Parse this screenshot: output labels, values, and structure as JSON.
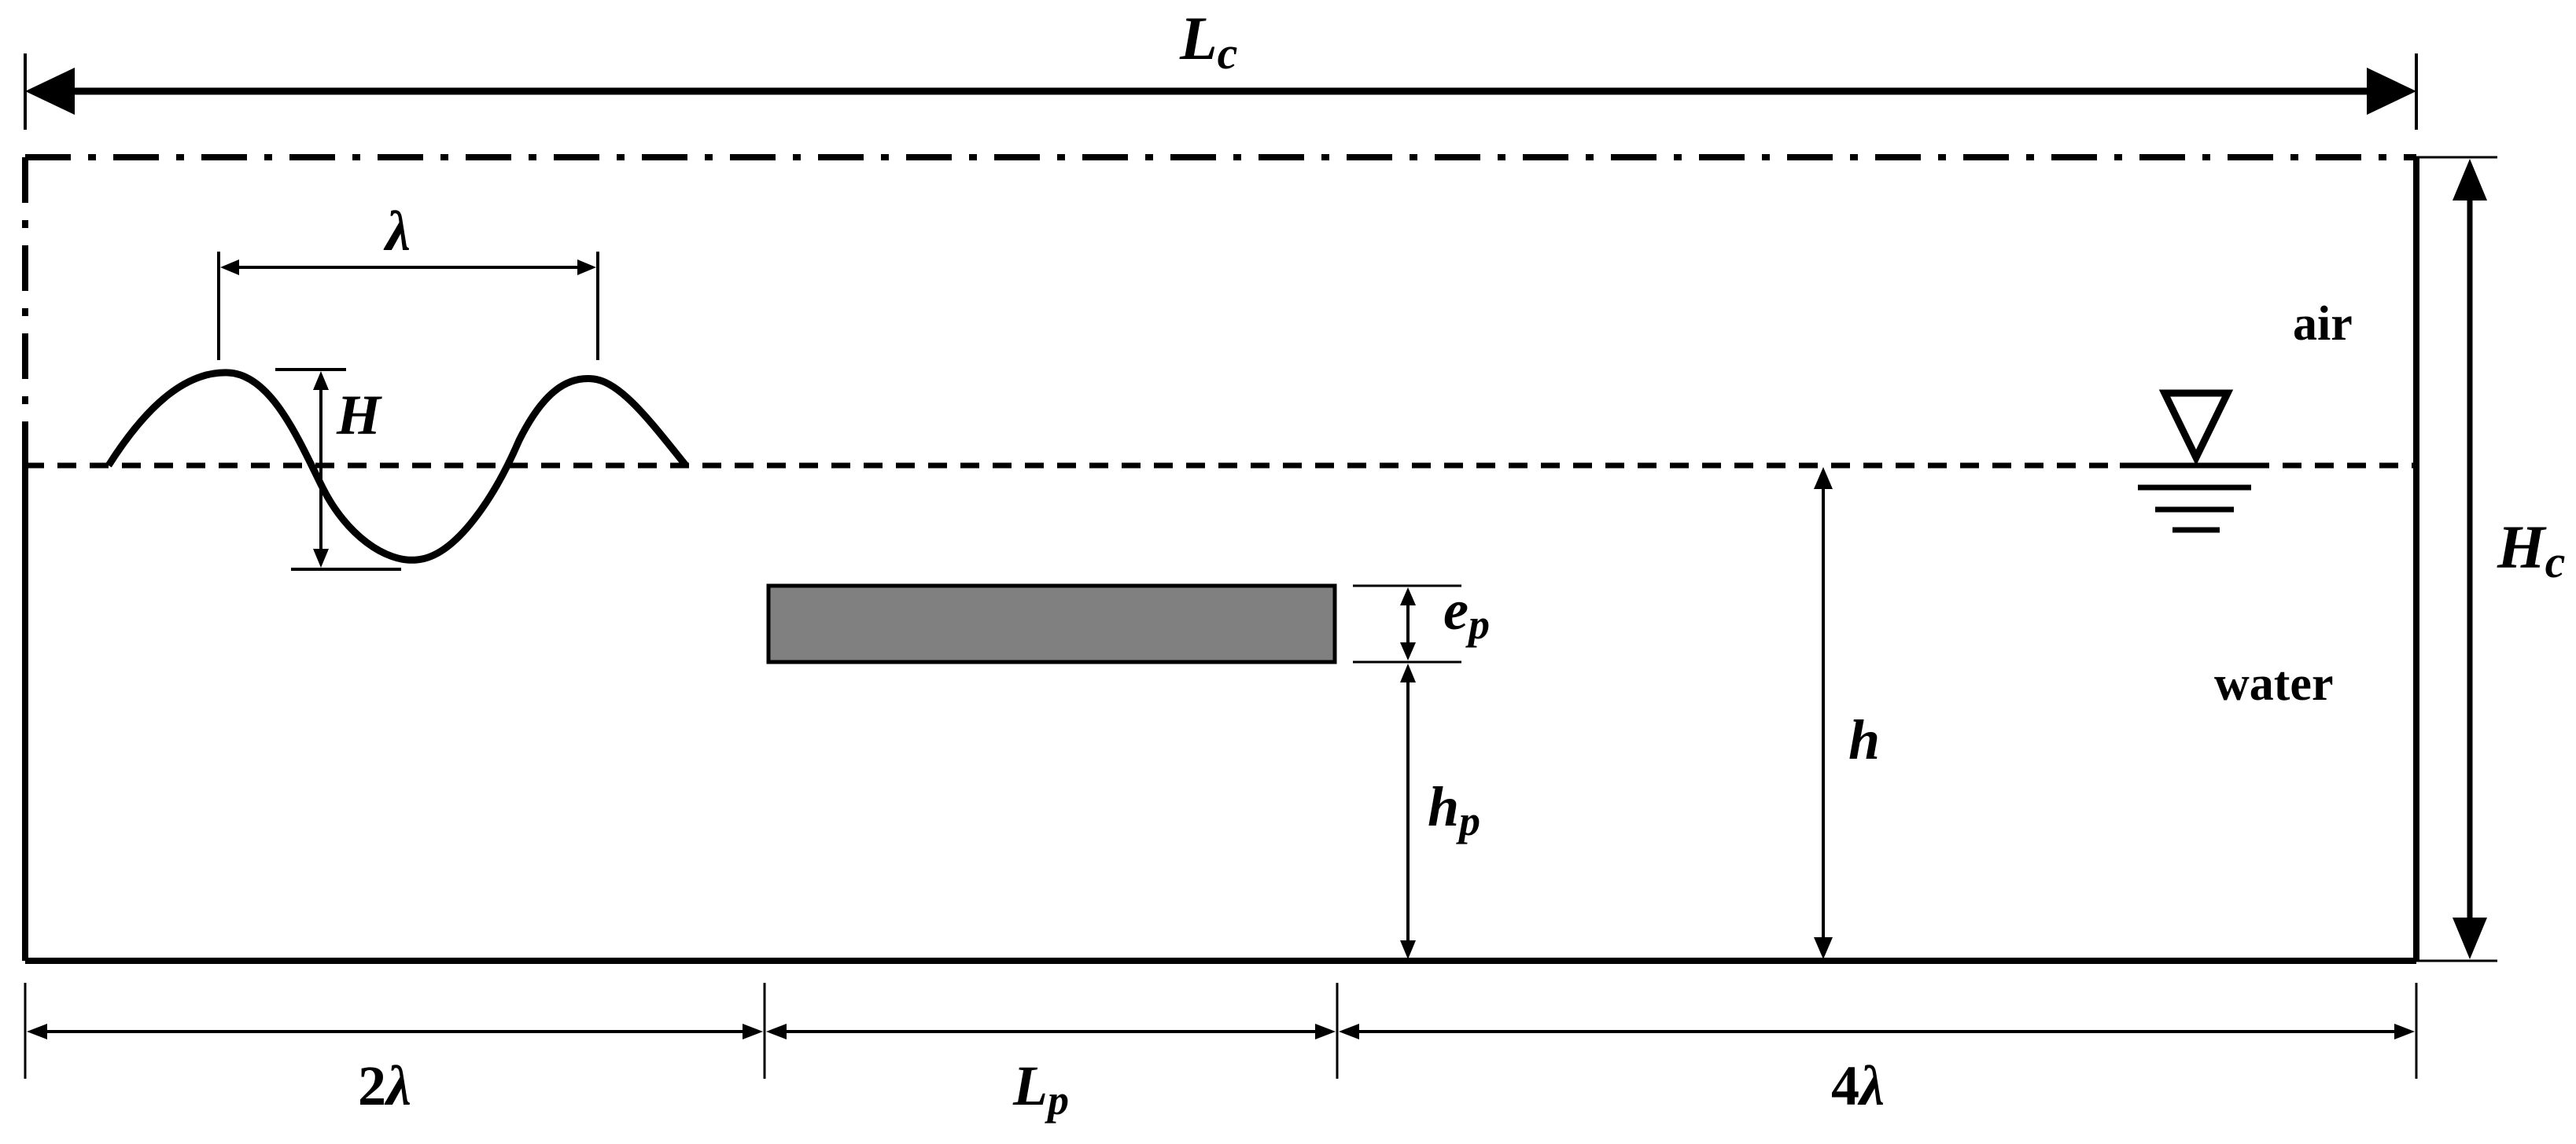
{
  "labels": {
    "Lc_main": "L",
    "Lc_sub": "c",
    "Hc_main": "H",
    "Hc_sub": "c",
    "lambda": "λ",
    "H": "H",
    "air": "air",
    "water": "water",
    "ep_main": "e",
    "ep_sub": "p",
    "hp_main": "h",
    "hp_sub": "p",
    "h": "h",
    "two_lambda_num": "2",
    "two_lambda_sym": "λ",
    "Lp_main": "L",
    "Lp_sub": "p",
    "four_lambda_num": "4",
    "four_lambda_sym": "λ"
  },
  "colors": {
    "line": "#000000",
    "plate": "#808080"
  }
}
